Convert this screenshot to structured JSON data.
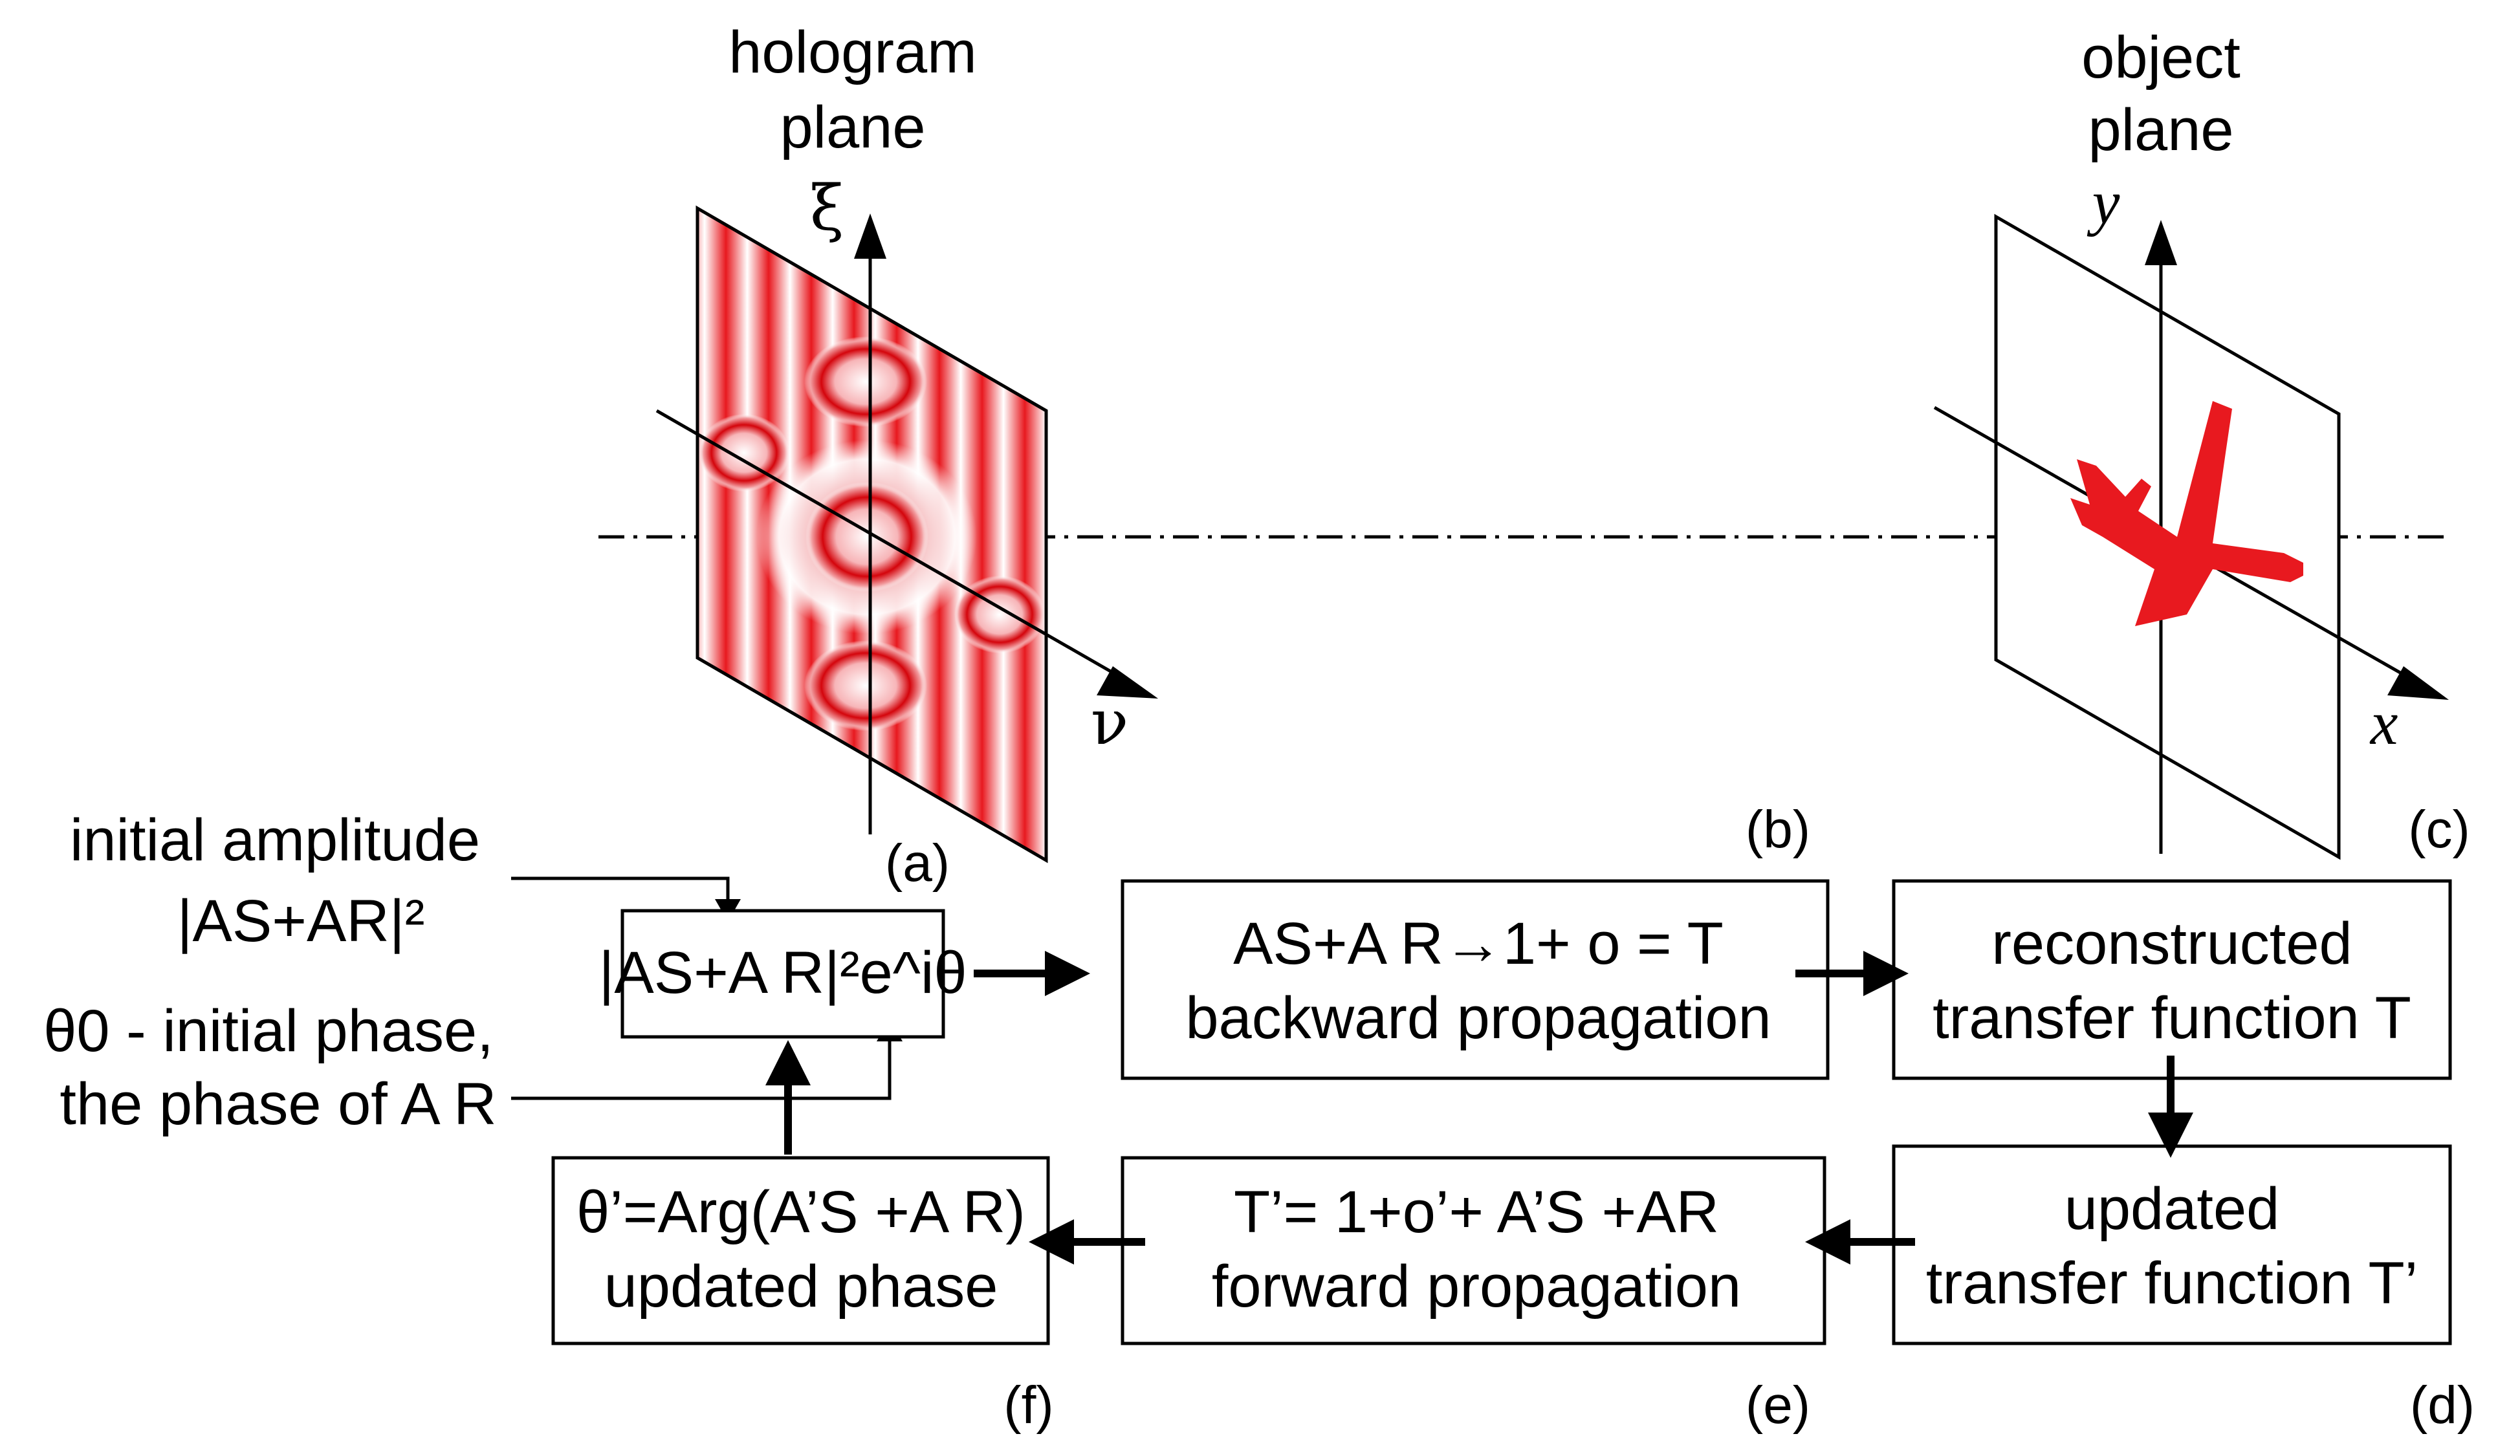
{
  "headings": {
    "hologram": [
      "hologram",
      "plane"
    ],
    "object": [
      "object",
      "plane"
    ]
  },
  "axes": {
    "hologram_vertical": "ξ",
    "hologram_horizontal": "ν",
    "object_vertical": "y",
    "object_horizontal": "x"
  },
  "panel_tags": [
    "(a)",
    "(b)",
    "(c)",
    "(d)",
    "(e)",
    "(f)"
  ],
  "inputs": {
    "amplitude_title": "initial amplitude",
    "amplitude_formula": "|AS+AR|²",
    "phase_line1": "θ0 - initial phase,",
    "phase_line2": "the phase of A R"
  },
  "boxes": {
    "hologram_field": "|AS+A R|²e^iθ",
    "backward": [
      "AS+A R→1+ o = T",
      "backward propagation"
    ],
    "reconstructed": [
      "reconstructed",
      "transfer function T"
    ],
    "updated_tf": [
      "updated",
      "transfer function T’"
    ],
    "forward": [
      "T’= 1+o’+ A’S +AR",
      "forward propagation"
    ],
    "phase": [
      "θ’=Arg(A’S +A R)",
      "updated phase"
    ]
  },
  "colors": {
    "accent": "#e8191f"
  }
}
